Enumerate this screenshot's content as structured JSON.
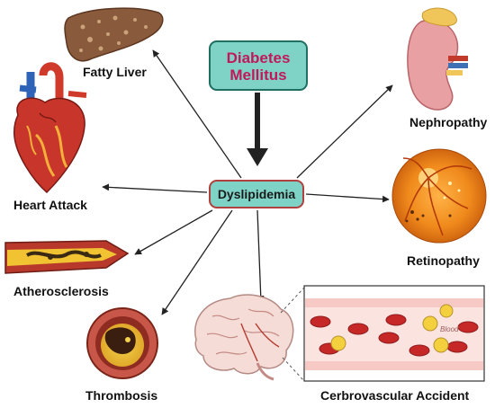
{
  "source_node": {
    "label_line1": "Diabetes",
    "label_line2": "Mellitus"
  },
  "central_node": {
    "label": "Dyslipidemia"
  },
  "complications": {
    "fatty_liver": "Fatty Liver",
    "nephropathy": "Nephropathy",
    "heart_attack": "Heart Attack",
    "retinopathy": "Retinopathy",
    "atherosclerosis": "Atherosclerosis",
    "thrombosis": "Thrombosis",
    "cva": "Cerbrovascular Accident"
  },
  "inset": {
    "blood_label": "Blood"
  },
  "colors": {
    "node_fill": "#7fd3c6",
    "source_text": "#c2185b",
    "source_border": "#1f6f63",
    "central_border": "#b0413e",
    "arrow": "#222222"
  }
}
